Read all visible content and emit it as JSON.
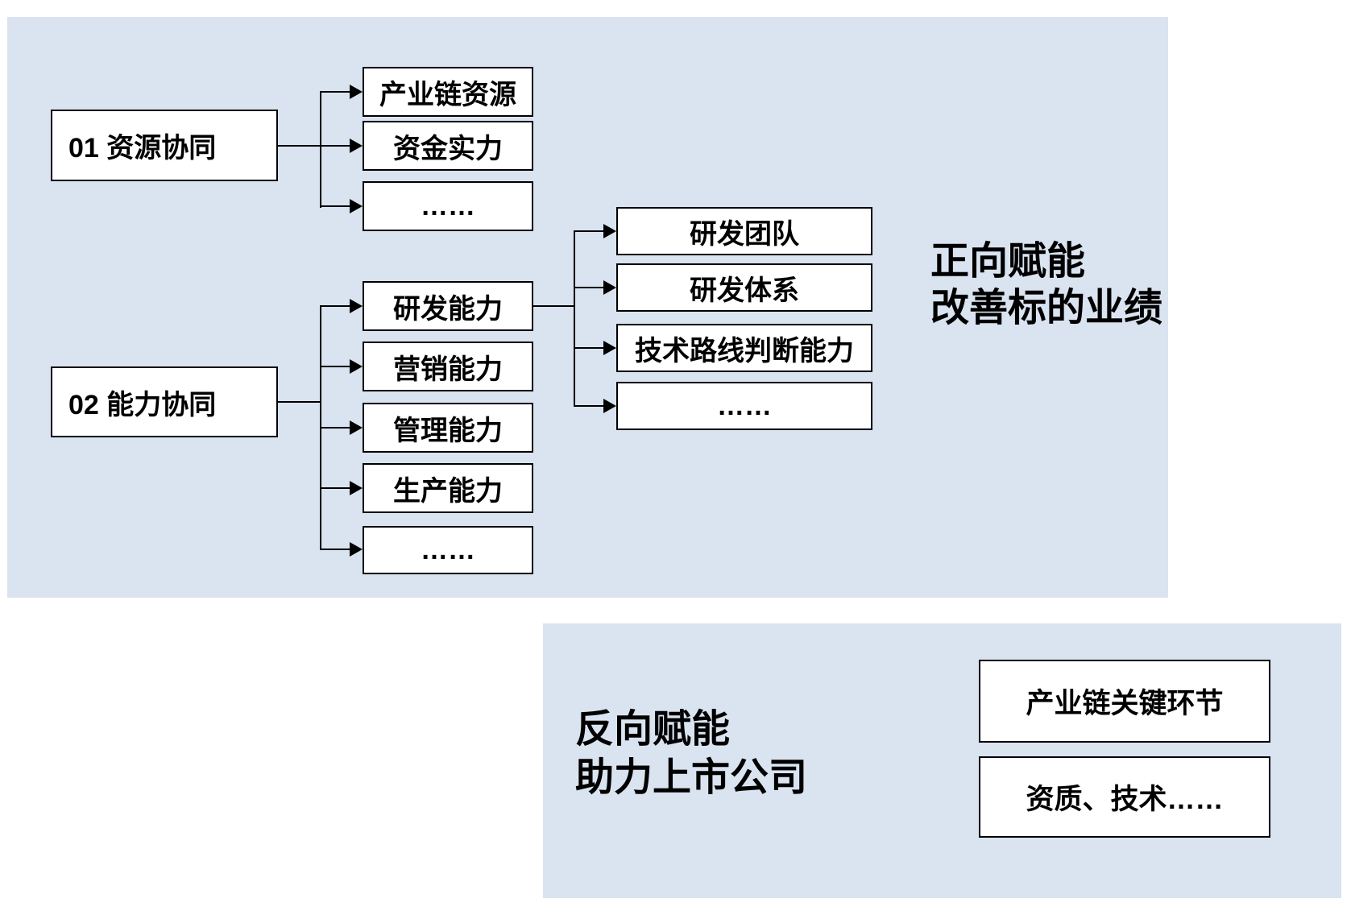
{
  "diagram": {
    "top_panel": {
      "group1": {
        "parent": "01 资源协同",
        "children": [
          "产业链资源",
          "资金实力",
          "……"
        ]
      },
      "group2": {
        "parent": "02 能力协同",
        "children": [
          "研发能力",
          "营销能力",
          "管理能力",
          "生产能力",
          "……"
        ]
      },
      "group3": {
        "children": [
          "研发团队",
          "研发体系",
          "技术路线判断能力",
          "……"
        ]
      },
      "heading": {
        "line1": "正向赋能",
        "line2": "改善标的业绩"
      }
    },
    "bottom_panel": {
      "heading": {
        "line1": "反向赋能",
        "line2": "助力上市公司"
      },
      "boxes": [
        "产业链关键环节",
        "资质、技术……"
      ]
    },
    "colors": {
      "panel_bg": "#dae3f0",
      "node_bg": "#ffffff",
      "node_border": "#000000",
      "line": "#000000",
      "text": "#000000"
    }
  }
}
